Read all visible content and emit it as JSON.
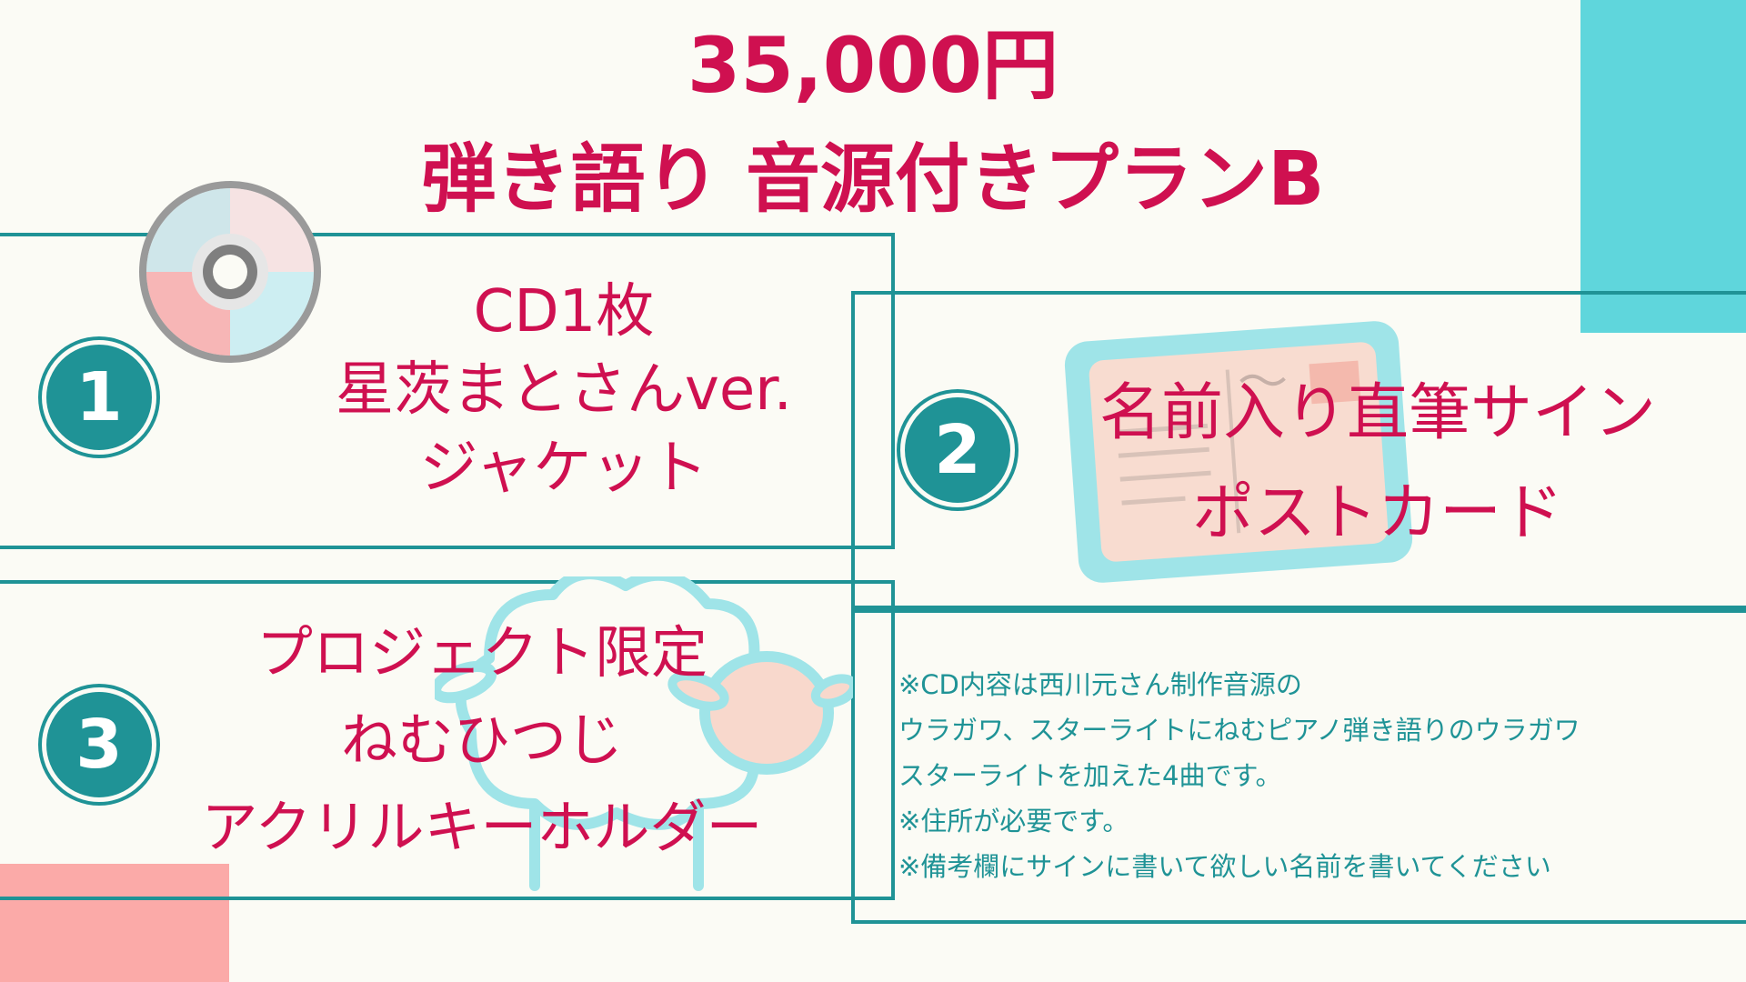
{
  "header": {
    "price": "35,000円",
    "plan_title": "弾き語り 音源付きプランB"
  },
  "items": [
    {
      "number": "1",
      "lines": [
        "CD1枚",
        "星茨まとさんver.",
        "ジャケット"
      ]
    },
    {
      "number": "2",
      "lines": [
        "名前入り直筆サイン",
        "ポストカード"
      ]
    },
    {
      "number": "3",
      "lines": [
        "プロジェクト限定",
        "ねむひつじ",
        "アクリルキーホルダー"
      ]
    }
  ],
  "notes": [
    "※CD内容は西川元さん制作音源の",
    "ウラガワ、スターライトにねむピアノ弾き語りのウラガワ",
    "スターライトを加えた4曲です。",
    "※住所が必要です。",
    "※備考欄にサインに書いて欲しい名前を書いてください"
  ],
  "colors": {
    "accent_pink": "#cf1050",
    "accent_teal": "#1f9396",
    "deco_teal": "#5fd6dc",
    "deco_pink": "#fbaaa8",
    "background": "#fbfbf5"
  },
  "icons": [
    "cd-icon",
    "postcard-icon",
    "sheep-icon"
  ]
}
